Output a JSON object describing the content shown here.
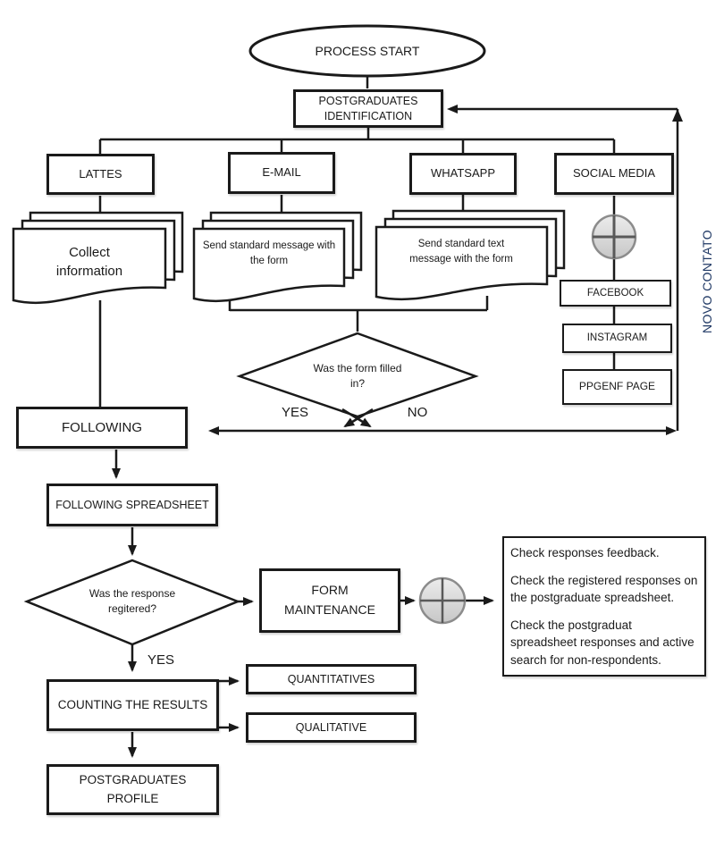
{
  "nodes": {
    "process_start": {
      "label": "PROCESS START"
    },
    "identification": {
      "label": "POSTGRADUATES IDENTIFICATION"
    },
    "lattes": {
      "label": "LATTES"
    },
    "email": {
      "label": "E-MAIL"
    },
    "whatsapp": {
      "label": "WHATSAPP"
    },
    "social_media": {
      "label": "SOCIAL MEDIA"
    },
    "collect_information": {
      "label": "Collect information"
    },
    "send_standard_message": {
      "label": "Send standard message with the form"
    },
    "send_standard_text": {
      "label": "Send standard text message with the form"
    },
    "facebook": {
      "label": "FACEBOOK"
    },
    "instagram": {
      "label": "INSTAGRAM"
    },
    "ppgenf_page": {
      "label": "PPGENF PAGE"
    },
    "following": {
      "label": "FOLLOWING"
    },
    "following_spreadsheet": {
      "label": "FOLLOWING SPREADSHEET"
    },
    "form_maintenance": {
      "label": "FORM MAINTENANCE"
    },
    "counting_results": {
      "label": "COUNTING THE RESULTS"
    },
    "quantitatives": {
      "label": "QUANTITATIVES"
    },
    "qualitative": {
      "label": "QUALITATIVE"
    },
    "postgraduates_profile": {
      "label": "POSTGRADUATES PROFILE"
    }
  },
  "decisions": {
    "form_filled": {
      "question": "Was the form filled in?",
      "yes": "YES",
      "no": "NO"
    },
    "response_registered": {
      "question": "Was the response regitered?",
      "yes": "YES"
    }
  },
  "side_note": {
    "label": "NOVO CONTATO",
    "color": "#1F3864"
  },
  "check_notes": {
    "line1": "Check responses feedback.",
    "line2": "Check the registered responses on the postgraduate spreadsheet.",
    "line3": "Check the postgraduat spreadsheet responses and active search for non-respondents."
  },
  "icons": {
    "or_junction": "plus-circle"
  },
  "colors": {
    "line": "#1A1A1A",
    "junction_fill_top": "#ECECEC",
    "junction_fill_bottom": "#C7C7C7",
    "junction_stroke": "#8C8C8C",
    "side_note_text": "#1F3864"
  }
}
